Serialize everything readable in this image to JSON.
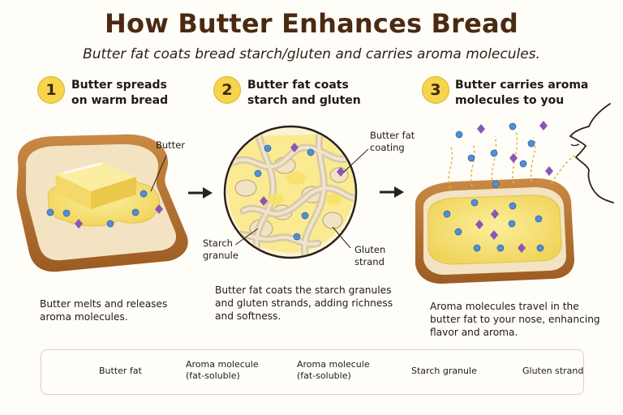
{
  "title": "How Butter Enhances Bread",
  "subtitle": "Butter fat coats bread starch/gluten and carries aroma molecules.",
  "steps": [
    {
      "number": "1",
      "heading_line1": "Butter spreads",
      "heading_line2": "on warm bread",
      "caption_line1": "Butter melts and releases",
      "caption_line2": "aroma molecules."
    },
    {
      "number": "2",
      "heading_line1": "Butter fat coats",
      "heading_line2": "starch and gluten",
      "caption_line1": "Butter fat coats the starch granules",
      "caption_line2": "and gluten strands, adding richness",
      "caption_line3": "and softness."
    },
    {
      "number": "3",
      "heading_line1": "Butter carries aroma",
      "heading_line2": "molecules to you",
      "caption_line1": "Aroma molecules travel in the",
      "caption_line2": "butter fat to your nose, enhancing",
      "caption_line3": "flavor and aroma."
    }
  ],
  "labels": {
    "butter": "Butter",
    "butter_fat_coating_line1": "Butter fat",
    "butter_fat_coating_line2": "coating",
    "starch_granule_line1": "Starch",
    "starch_granule_line2": "granule",
    "gluten_strand_line1": "Gluten",
    "gluten_strand_line2": "strand"
  },
  "legend": {
    "butter_fat": "Butter fat",
    "aroma_blue_line1": "Aroma molecule",
    "aroma_blue_line2": "(fat-soluble)",
    "aroma_purple_line1": "Aroma molecule",
    "aroma_purple_line2": "(fat-soluble)",
    "starch_granule": "Starch granule",
    "gluten_strand": "Gluten strand"
  },
  "colors": {
    "butter": "#f7e27a",
    "butter_dark": "#e9c949",
    "aroma_blue": "#4f8fd8",
    "aroma_purple": "#8a56b5",
    "crust": "#b8732f",
    "crumb": "#f3e3c2",
    "badge": "#f6d44c"
  }
}
